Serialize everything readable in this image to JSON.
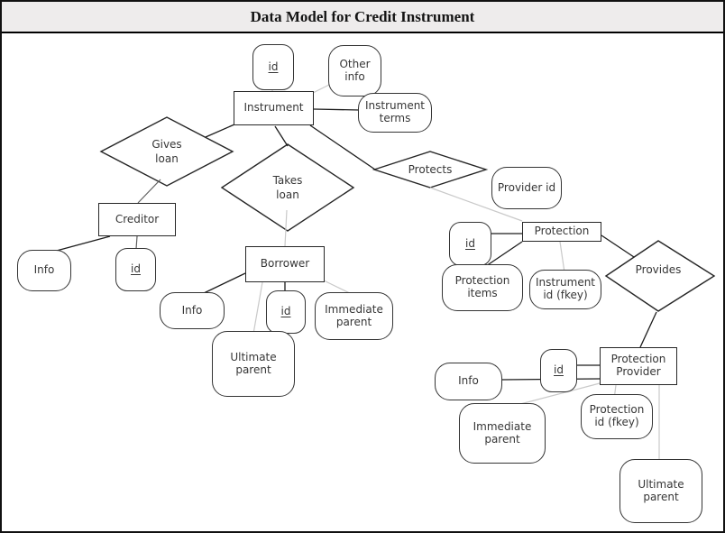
{
  "window": {
    "title": "Data Model for Credit Instrument"
  },
  "colors": {
    "titlebar_bg": "#eeecec",
    "line_black": "#1c1c1c",
    "line_mid": "#5f5f5f",
    "line_light": "#c9c9c9",
    "shape_border": "#2a2a2a"
  },
  "diagram": {
    "entities": {
      "instrument": "Instrument",
      "creditor": "Creditor",
      "borrower": "Borrower",
      "protection": "Protection",
      "protection_provider": "Protection Provider"
    },
    "relationships": {
      "gives_loan": "Gives loan",
      "takes_loan": "Takes loan",
      "protects": "Protects",
      "provides": "Provides"
    },
    "attributes": {
      "instrument_id": "id",
      "other_info": "Other info",
      "instrument_terms": "Instrument terms",
      "provider_id": "Provider id",
      "creditor_info": "Info",
      "creditor_id": "id",
      "borrower_info": "Info",
      "borrower_id": "id",
      "borrower_immediate_parent": "Immediate parent",
      "borrower_ultimate_parent": "Ultimate parent",
      "protection_id": "id",
      "protection_items": "Protection items",
      "instrument_id_fkey": "Instrument id (fkey)",
      "provider_info": "Info",
      "provider_id_key": "id",
      "provider_immediate_parent": "Immediate parent",
      "protection_id_fkey": "Protection id (fkey)",
      "provider_ultimate_parent": "Ultimate parent"
    },
    "edges": [
      {
        "from": "instrument",
        "to": "gives_loan"
      },
      {
        "from": "instrument",
        "to": "takes_loan"
      },
      {
        "from": "instrument",
        "to": "protects"
      },
      {
        "from": "instrument",
        "to": "instrument_id"
      },
      {
        "from": "instrument",
        "to": "other_info"
      },
      {
        "from": "instrument",
        "to": "instrument_terms"
      },
      {
        "from": "gives_loan",
        "to": "creditor"
      },
      {
        "from": "creditor",
        "to": "creditor_info"
      },
      {
        "from": "creditor",
        "to": "creditor_id"
      },
      {
        "from": "takes_loan",
        "to": "borrower"
      },
      {
        "from": "borrower",
        "to": "borrower_info"
      },
      {
        "from": "borrower",
        "to": "borrower_id"
      },
      {
        "from": "borrower",
        "to": "borrower_immediate_parent"
      },
      {
        "from": "borrower",
        "to": "borrower_ultimate_parent"
      },
      {
        "from": "protects",
        "to": "protection"
      },
      {
        "from": "protection",
        "to": "protection_id"
      },
      {
        "from": "protection",
        "to": "protection_items"
      },
      {
        "from": "protection",
        "to": "instrument_id_fkey"
      },
      {
        "from": "protection",
        "to": "provides"
      },
      {
        "from": "provides",
        "to": "protection_provider"
      },
      {
        "from": "protection_provider",
        "to": "provider_info"
      },
      {
        "from": "protection_provider",
        "to": "provider_id_key"
      },
      {
        "from": "protection_provider",
        "to": "provider_immediate_parent"
      },
      {
        "from": "protection_provider",
        "to": "protection_id_fkey"
      },
      {
        "from": "protection_provider",
        "to": "provider_ultimate_parent"
      }
    ]
  }
}
